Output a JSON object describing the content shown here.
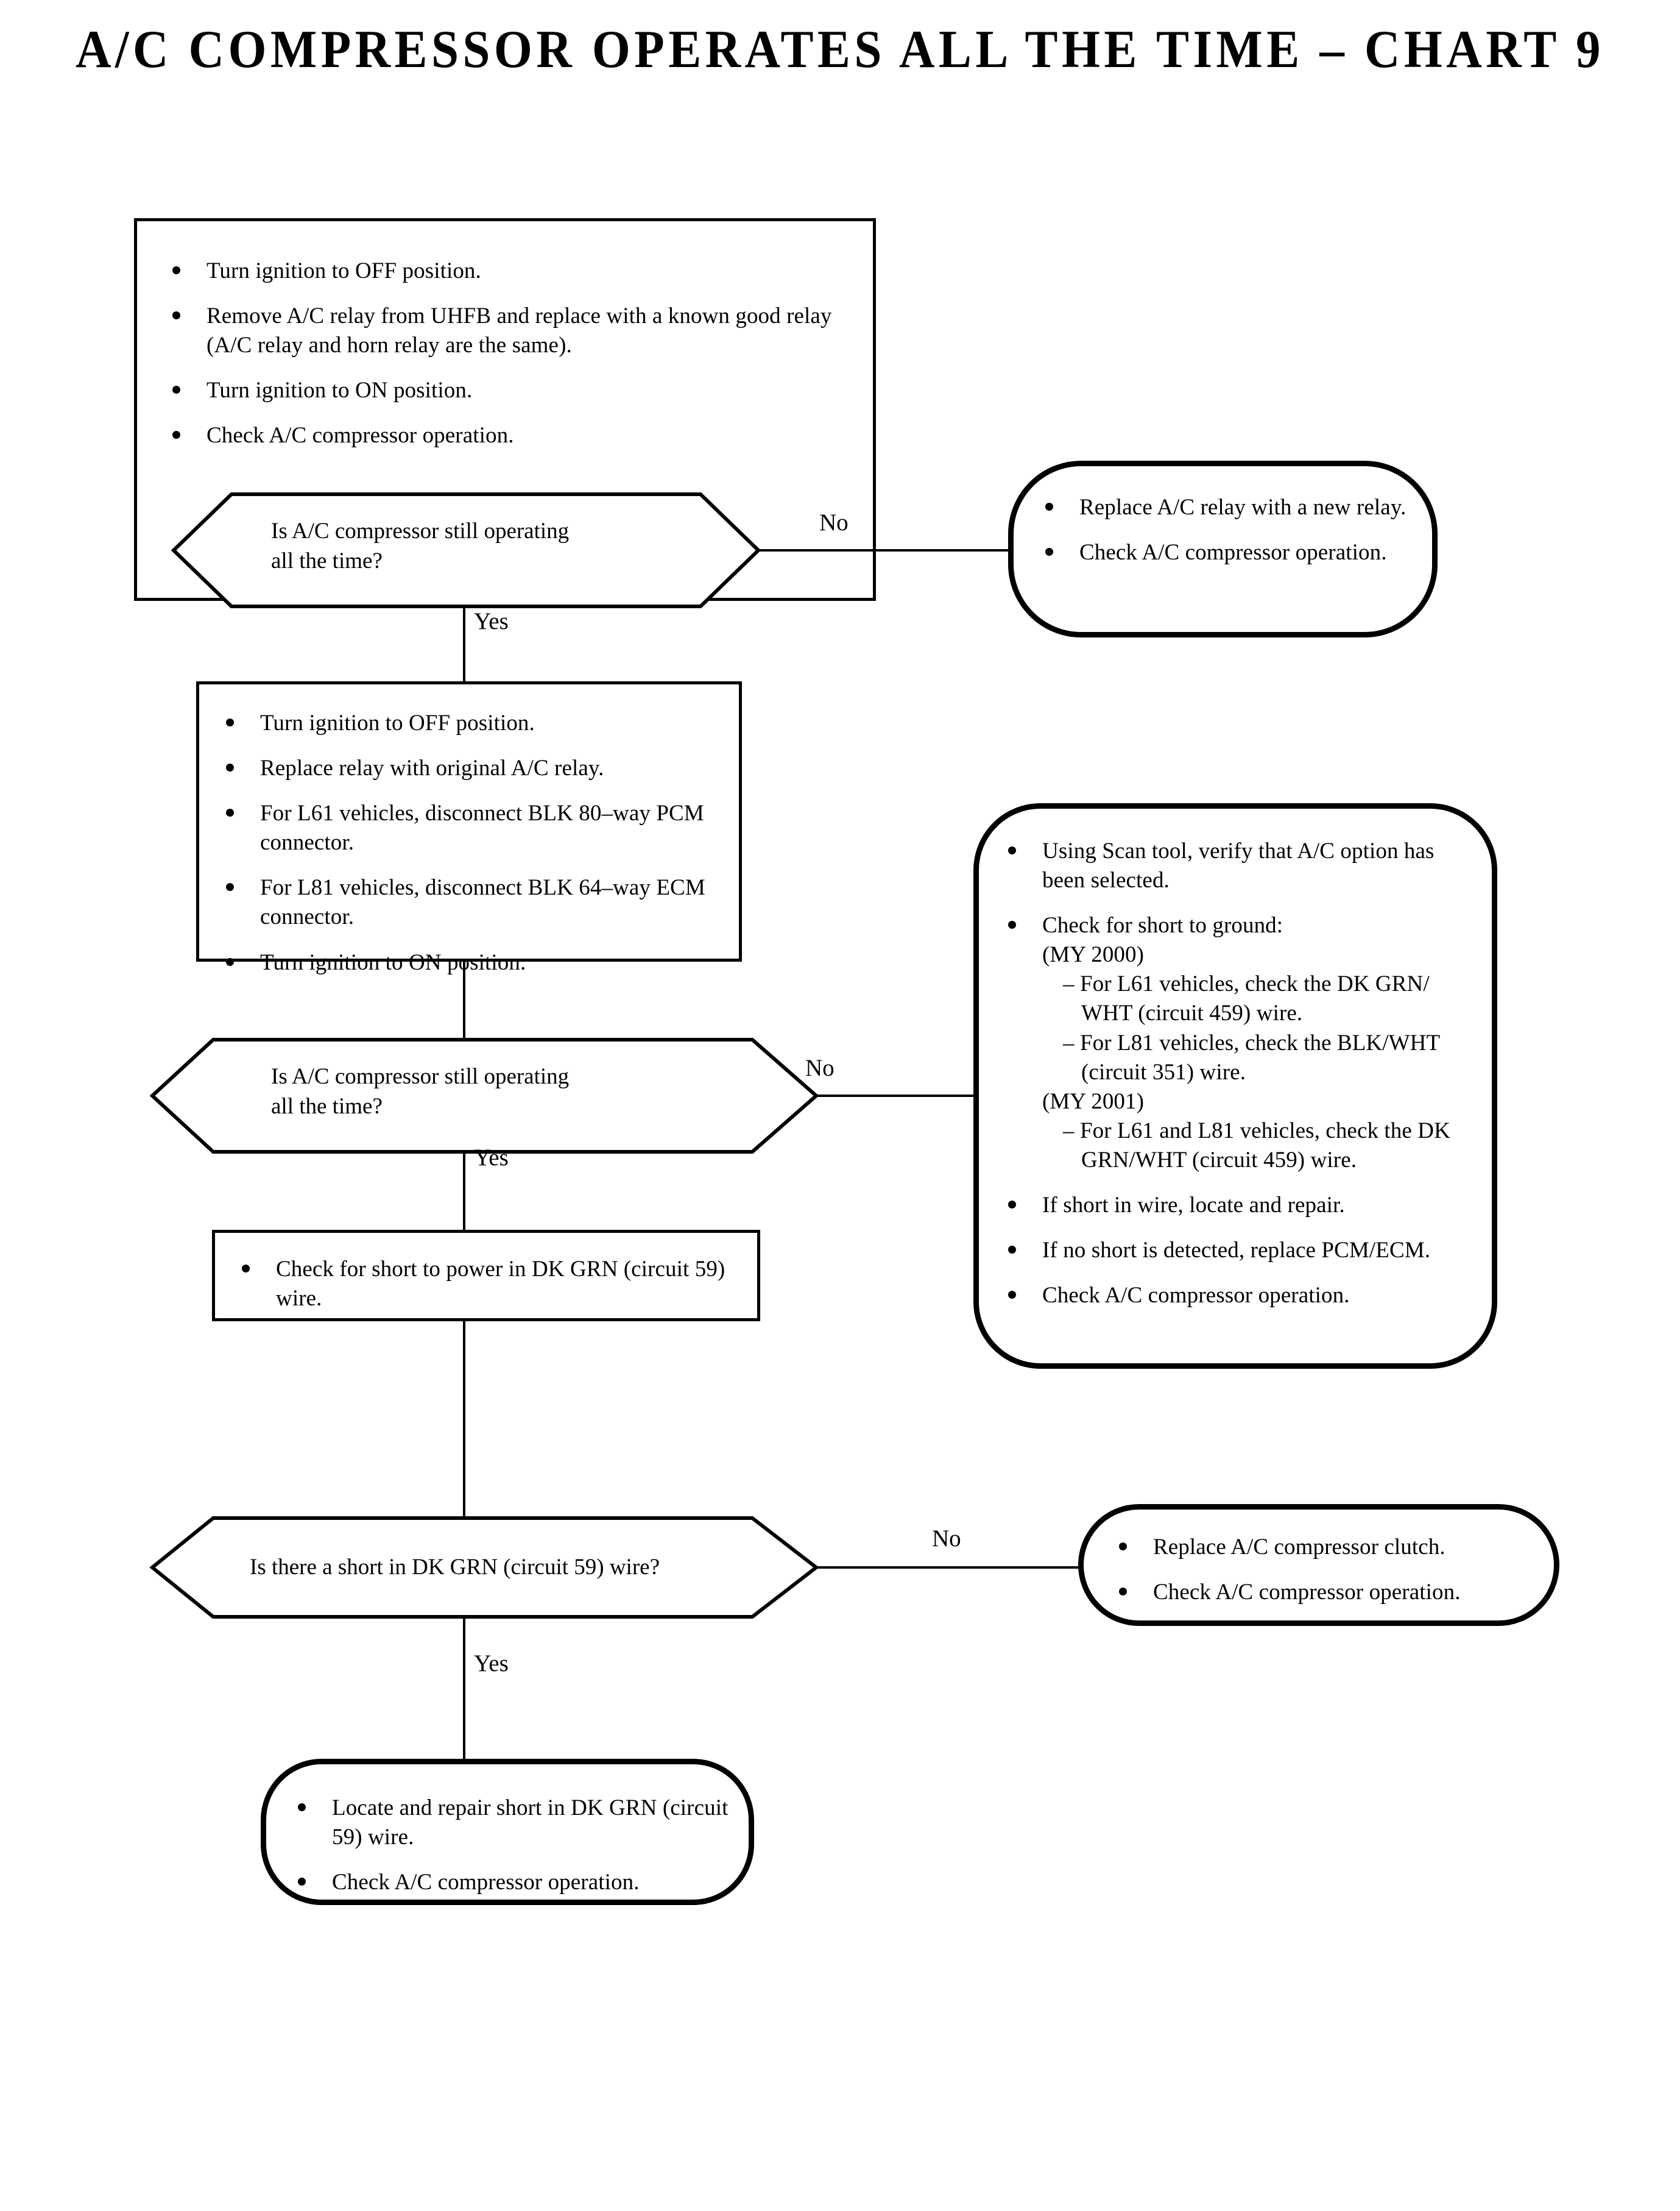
{
  "title": "A/C COMPRESSOR OPERATES ALL THE TIME – CHART 9",
  "chart_data": {
    "type": "flowchart",
    "title": "A/C COMPRESSOR OPERATES ALL THE TIME – CHART 9",
    "orientation": "top-to-bottom",
    "node_count": 9,
    "edge_labels": [
      "No",
      "Yes"
    ]
  },
  "nodes": {
    "step1": {
      "shape": "rectangle",
      "items": [
        "Turn ignition to OFF position.",
        "Remove A/C relay from UHFB and replace with a known good relay (A/C relay and horn relay are the same).",
        "Turn ignition to ON position.",
        "Check A/C compressor operation."
      ]
    },
    "decision1": {
      "shape": "hexagon",
      "line1": "Is A/C compressor still operating",
      "line2": "all the time?"
    },
    "result1": {
      "shape": "rounded",
      "items": [
        "Replace A/C relay with a new relay.",
        "Check A/C compressor operation."
      ]
    },
    "step2": {
      "shape": "rectangle",
      "items": [
        "Turn ignition to OFF position.",
        "Replace relay with original A/C relay.",
        "For L61 vehicles, disconnect BLK 80–way PCM connector.",
        "For L81 vehicles, disconnect BLK 64–way ECM connector.",
        "Turn ignition to ON position."
      ]
    },
    "decision2": {
      "shape": "hexagon",
      "line1": "Is A/C compressor still operating",
      "line2": "all the time?"
    },
    "result2": {
      "shape": "rounded",
      "bullet1": "Using Scan tool, verify that A/C option has been selected.",
      "bullet2_head": "Check for short to ground:",
      "my2000_label": "(MY 2000)",
      "my2000_l61": "– For L61 vehicles, check the DK GRN/ WHT (circuit 459) wire.",
      "my2000_l81": "– For L81 vehicles, check the BLK/WHT (circuit 351) wire.",
      "my2001_label": "(MY 2001)",
      "my2001_both": "– For L61 and L81 vehicles, check the DK GRN/WHT (circuit 459) wire.",
      "bullet3": "If short in wire, locate and repair.",
      "bullet4": "If no short is detected, replace PCM/ECM.",
      "bullet5": "Check A/C compressor operation."
    },
    "step3": {
      "shape": "rectangle",
      "items": [
        "Check for short to power in DK GRN (circuit 59) wire."
      ]
    },
    "decision3": {
      "shape": "hexagon",
      "line1": "Is there a short in DK GRN (circuit 59) wire?",
      "line2": ""
    },
    "result3": {
      "shape": "rounded",
      "items": [
        "Replace A/C compressor clutch.",
        "Check A/C compressor operation."
      ]
    },
    "result4": {
      "shape": "rounded",
      "items": [
        "Locate and repair short in DK GRN (circuit 59) wire.",
        "Check A/C compressor operation."
      ]
    }
  },
  "labels": {
    "no1": "No",
    "yes1": "Yes",
    "no2": "No",
    "yes2": "Yes",
    "no3": "No",
    "yes3": "Yes"
  },
  "colors": {
    "ink": "#000000",
    "paper": "#ffffff"
  }
}
